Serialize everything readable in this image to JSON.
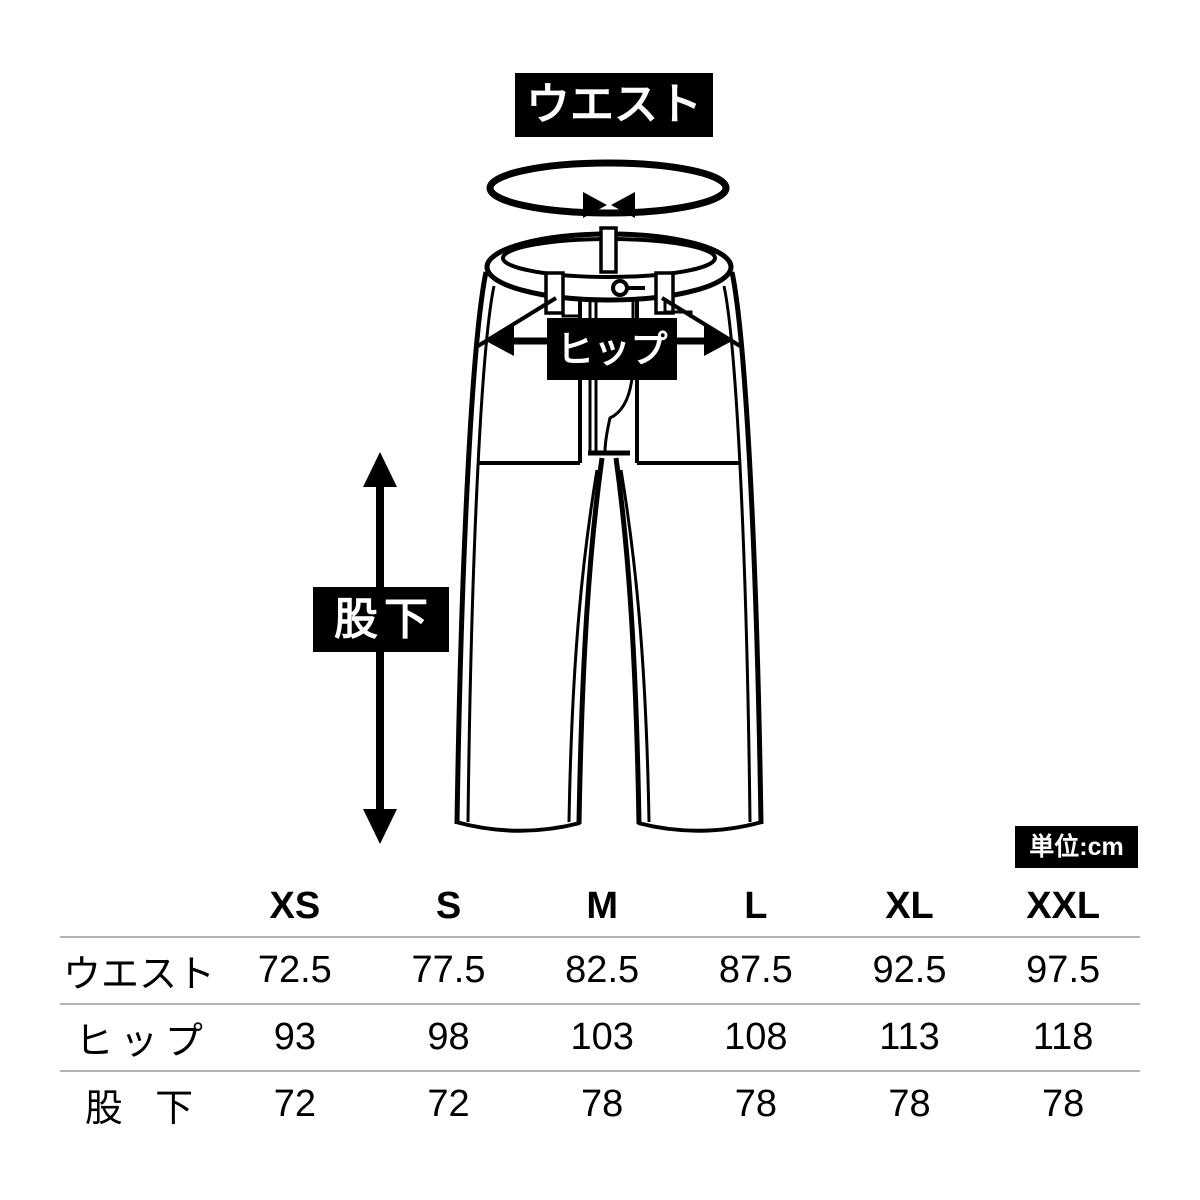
{
  "diagram": {
    "waist_label": "ウエスト",
    "hip_label": "ヒップ",
    "inseam_label": "股下",
    "unit_label": "単位:cm"
  },
  "size_table": {
    "header": [
      "XS",
      "S",
      "M",
      "L",
      "XL",
      "XXL"
    ],
    "rows": [
      {
        "label": "ウエスト",
        "values": [
          "72.5",
          "77.5",
          "82.5",
          "87.5",
          "92.5",
          "97.5"
        ]
      },
      {
        "label": "ヒップ",
        "values": [
          "93",
          "98",
          "103",
          "108",
          "113",
          "118"
        ]
      },
      {
        "label": "股下",
        "values": [
          "72",
          "72",
          "78",
          "78",
          "78",
          "78"
        ]
      }
    ]
  },
  "colors": {
    "label_background": "#000000",
    "label_text": "#ffffff",
    "line_art": "#000000",
    "table_divider": "#b3b3b3",
    "background": "#ffffff"
  }
}
